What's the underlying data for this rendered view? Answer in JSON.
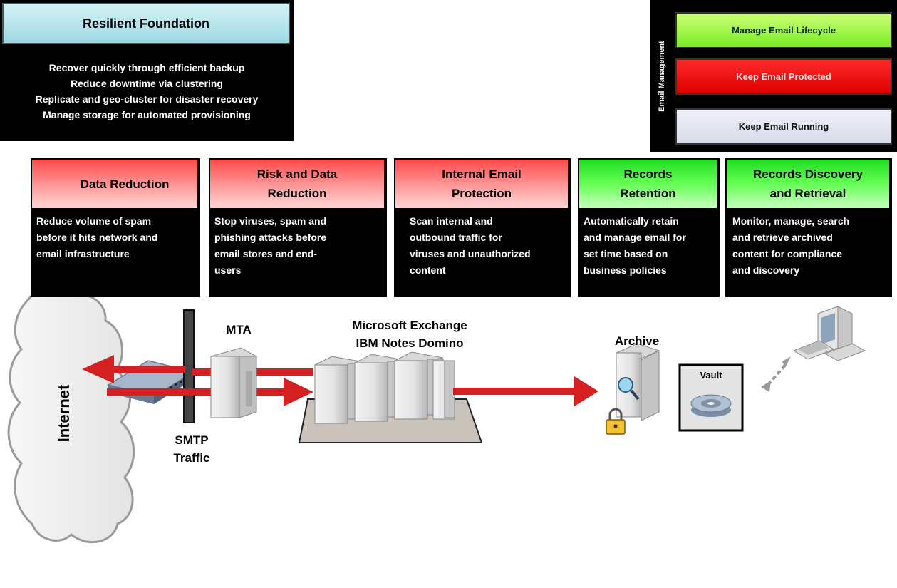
{
  "legend": {
    "title": "Email Management",
    "items": [
      "Manage Email Lifecycle",
      "Keep Email Protected",
      "Keep Email Running"
    ]
  },
  "features": [
    {
      "title": "Data Reduction",
      "desc": [
        "Reduce volume of spam",
        "before it hits network and",
        "email infrastructure"
      ]
    },
    {
      "title": [
        "Risk and Data",
        "Reduction"
      ],
      "desc": [
        "Stop viruses, spam and",
        "phishing attacks before",
        "email stores and end-",
        "users"
      ]
    },
    {
      "title": [
        "Internal Email",
        "Protection"
      ],
      "desc": [
        "Scan internal and",
        "outbound traffic for",
        "viruses and unauthorized",
        "content"
      ]
    },
    {
      "title": [
        "Records",
        "Retention"
      ],
      "desc": [
        "Automatically retain",
        "and manage email for",
        "set time based on",
        "business policies"
      ]
    },
    {
      "title": [
        "Records Discovery",
        "and Retrieval"
      ],
      "desc": [
        "Monitor, manage, search",
        "and retrieve archived",
        "content for compliance",
        "and discovery"
      ]
    }
  ],
  "nodes": {
    "internet": "Internet",
    "smtp": [
      "SMTP",
      "Traffic"
    ],
    "mta": "MTA",
    "exchange": [
      "Microsoft Exchange",
      "IBM Notes Domino"
    ],
    "archive": "Archive",
    "vault": "Vault"
  },
  "resilient": {
    "title": "Resilient Foundation",
    "lines": [
      "Recover quickly through efficient backup",
      "Reduce downtime via clustering",
      "Replicate and geo-cluster for disaster recovery",
      "Manage storage for automated provisioning"
    ]
  },
  "colors": {
    "arrow": "#d42020",
    "red_header": "#ff4a4a",
    "green_header": "#22dd22",
    "legend_green": "#77ee22",
    "legend_red": "#dd0000",
    "legend_grey": "#d8dcea"
  }
}
